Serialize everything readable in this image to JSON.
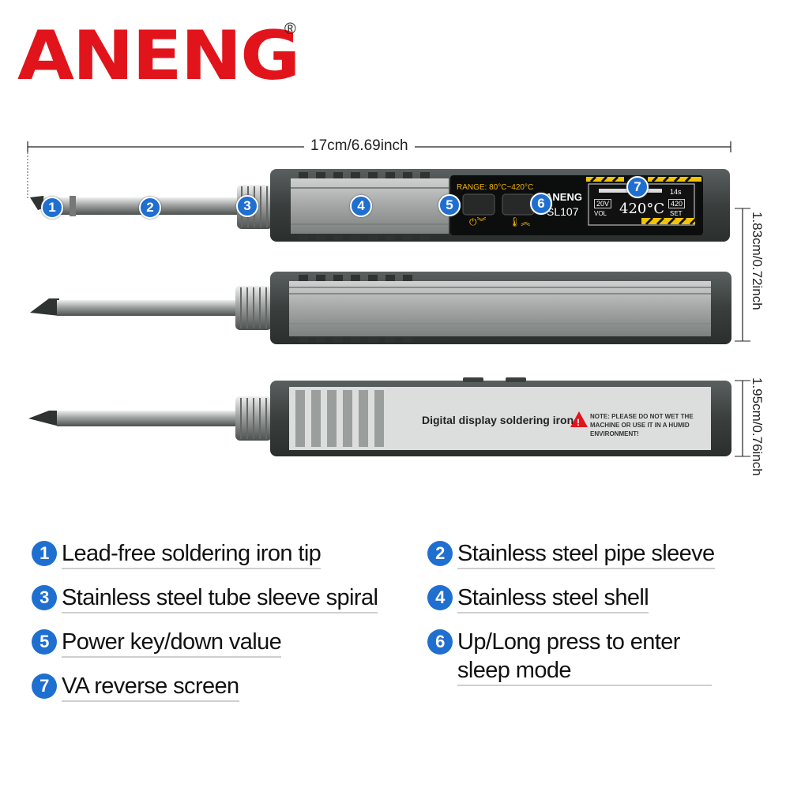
{
  "brand": {
    "logo": "ANENG",
    "registered": "®"
  },
  "dimensions": {
    "length": "17cm/6.69inch",
    "height_side": "1.83cm/0.72inch",
    "height_back": "1.95cm/0.76inch"
  },
  "device": {
    "range_text": "RANGE: 80°C~420°C",
    "brand_small": "ANENG",
    "model": "SL107",
    "temp": "420°C",
    "voltage": "20V",
    "vol_label": "VOL",
    "set_value": "420",
    "set_label": "SET",
    "time_small": "14s",
    "back_label": "Digital display soldering iron",
    "warning": "NOTE: PLEASE DO NOT WET THE MACHINE OR USE IT IN A HUMID ENVIRONMENT!"
  },
  "callouts": [
    "1",
    "2",
    "3",
    "4",
    "5",
    "6",
    "7"
  ],
  "features": [
    {
      "num": "1",
      "text": "Lead-free soldering iron tip"
    },
    {
      "num": "2",
      "text": "Stainless steel pipe sleeve"
    },
    {
      "num": "3",
      "text": "Stainless steel tube sleeve spiral"
    },
    {
      "num": "4",
      "text": "Stainless steel shell"
    },
    {
      "num": "5",
      "text": "Power key/down value"
    },
    {
      "num": "6",
      "text": "Up/Long press to enter sleep mode"
    },
    {
      "num": "7",
      "text": "VA reverse screen"
    }
  ],
  "colors": {
    "brand_red": "#e2141b",
    "badge_blue": "#1f6fd1",
    "body_gray": "#a9abaa",
    "dark": "#3d4241"
  }
}
